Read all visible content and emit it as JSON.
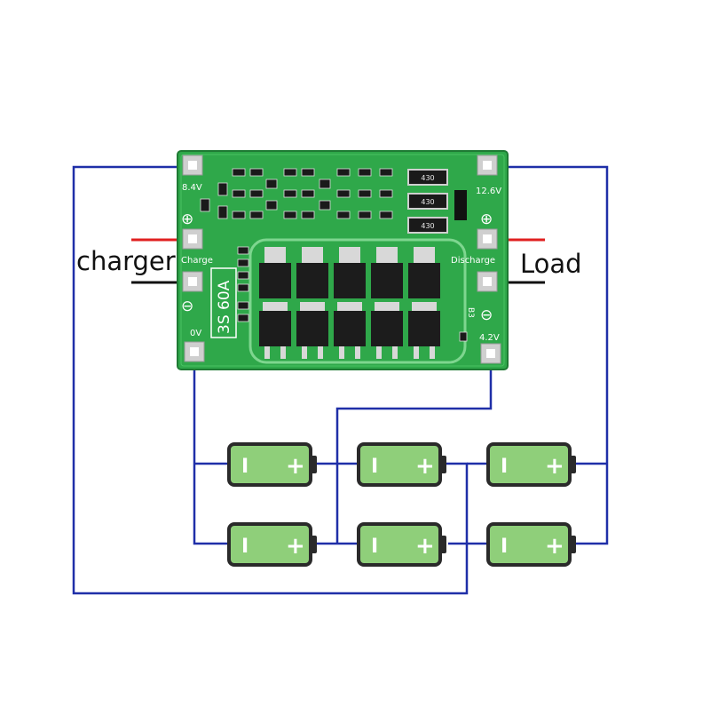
{
  "labels": {
    "charger": "charger",
    "load": "Load"
  },
  "board": {
    "pads": {
      "b_plus": "8.4V",
      "charge": "Charge",
      "b_minus": "0V",
      "p_plus": "12.6V",
      "discharge": "Discharge",
      "mid": "4.2V"
    },
    "rating": "3S 60A",
    "resistor_code": "430",
    "silk_code": "B3"
  },
  "battery": {
    "minus_symbol": "I",
    "plus_symbol": "+"
  },
  "colors": {
    "wire": "#1f2fa8",
    "pcb": "#2fa84a",
    "battery_fill": "#8fcf7a",
    "battery_border": "#2a2a2a",
    "lead_positive": "#e02020",
    "lead_negative": "#111111"
  }
}
